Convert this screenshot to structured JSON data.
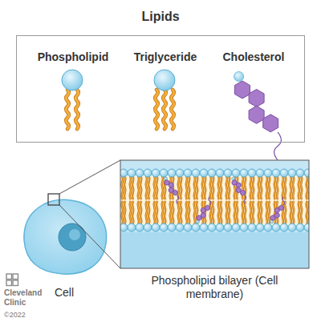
{
  "diagram": {
    "title": "Lipids",
    "nodes": [
      {
        "text": [
          "Phospholipid",
          "Triglyceride",
          "Cholesterol"
        ]
      },
      {
        "text": [
          "Cell"
        ]
      },
      {
        "text": [
          "Phospholipid bilayer (Cell membrane)"
        ]
      }
    ],
    "labels": [
      "Cleveland Clinic",
      "©2022"
    ]
  }
}
